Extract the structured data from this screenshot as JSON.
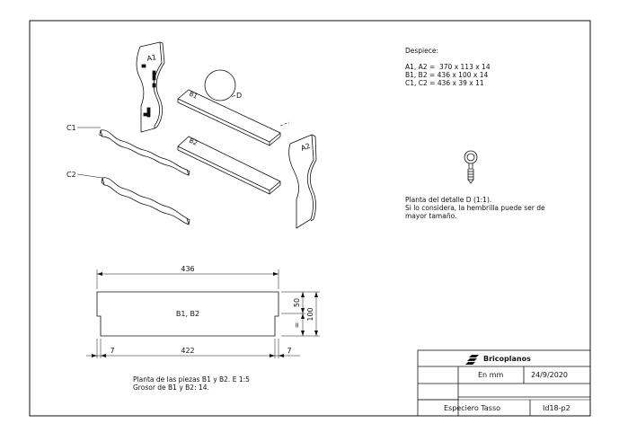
{
  "despiece": {
    "title": "Despiece:",
    "lines": [
      "A1, A2 =  370 x 113 x 14",
      "B1, B2 = 436 x 100 x 14",
      "C1, C2 = 436 x 39 x 11"
    ]
  },
  "detail_note": {
    "lines": [
      "Planta del detalle D (1:1).",
      "Si lo considera, la hembrilla puede ser de",
      "mayor tamaño."
    ]
  },
  "part_labels": {
    "a1": "A1",
    "a2": "A2",
    "b1": "B1",
    "b2": "B2",
    "c1": "C1",
    "c2": "C2",
    "d": "D"
  },
  "plan": {
    "label": "B1, B2",
    "dim_total": "436",
    "dim_inner": "422",
    "dim_left": "7",
    "dim_right": "7",
    "dim_height": "100",
    "dim_upper": "50",
    "dim_eq": "="
  },
  "plan_note": {
    "lines": [
      "Planta de las piezas B1 y B2. E 1:5",
      "Grosor de B1 y B2: 14."
    ]
  },
  "title_block": {
    "brand": "Bricoplanos",
    "units": "En mm",
    "date": "24/9/2020",
    "name": "Especiero Tasso",
    "code": "Id18-p2"
  }
}
